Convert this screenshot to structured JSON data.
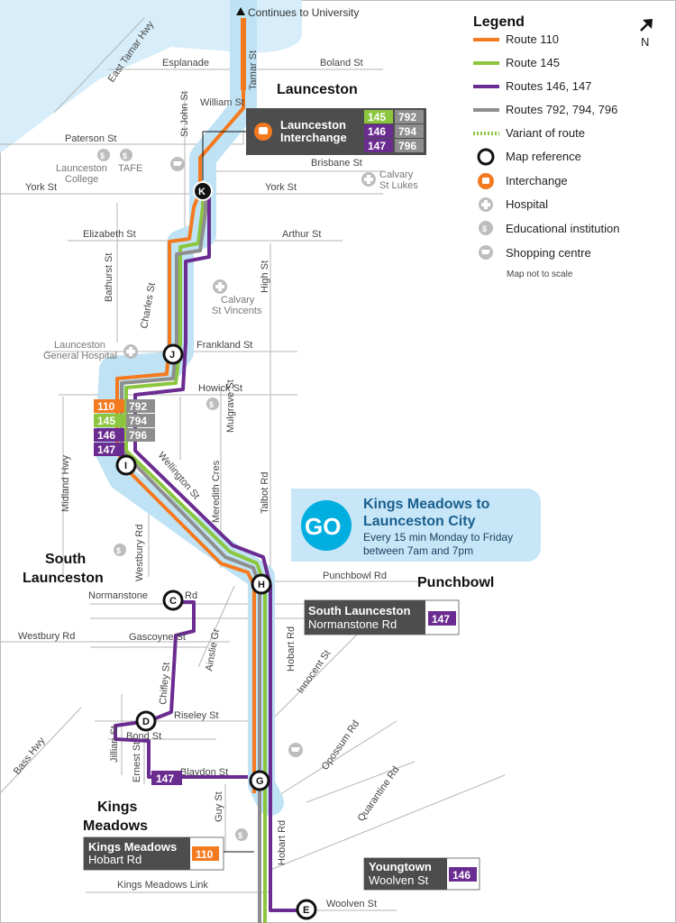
{
  "colors": {
    "route_110": "#f47a20",
    "route_145": "#8cc63f",
    "route_146_147": "#6b2c91",
    "route_792_794_796": "#8e8e8e",
    "corridor": "#bfe3f5",
    "water": "#d7edf9",
    "banner": "#c7e6f7",
    "logo": "#00aee0"
  },
  "header": {
    "continues_label": "Continues to University"
  },
  "compass": {
    "label": "N",
    "icon": "north-arrow-icon"
  },
  "legend": {
    "title": "Legend",
    "items": [
      {
        "label": "Route 110",
        "icon": "route-110-line"
      },
      {
        "label": "Route 145",
        "icon": "route-145-line"
      },
      {
        "label": "Routes 146, 147",
        "icon": "route-146-147-line"
      },
      {
        "label": "Routes 792, 794, 796",
        "icon": "route-792-794-796-line"
      },
      {
        "label": "Variant of route",
        "icon": "variant-dotted-line"
      },
      {
        "label": "Map reference",
        "icon": "map-reference-icon"
      },
      {
        "label": "Interchange",
        "icon": "interchange-icon"
      },
      {
        "label": "Hospital",
        "icon": "hospital-icon"
      },
      {
        "label": "Educational institution",
        "icon": "education-icon"
      },
      {
        "label": "Shopping centre",
        "icon": "shopping-icon"
      }
    ],
    "note": "Map not to scale"
  },
  "areas": {
    "launceston": "Launceston",
    "south_launceston_1": "South",
    "south_launceston_2": "Launceston",
    "punchbowl": "Punchbowl",
    "kings_meadows_1": "Kings",
    "kings_meadows_2": "Meadows"
  },
  "streets": {
    "east_tamar_hwy": "East Tamar Hwy",
    "esplanade": "Esplanade",
    "boland_st": "Boland St",
    "tamar_st": "Tamar St",
    "st_john_st": "St John St",
    "william_st": "William St",
    "paterson_st": "Paterson St",
    "brisbane_st": "Brisbane St",
    "york_st_w": "York St",
    "york_st_e": "York St",
    "elizabeth_st": "Elizabeth St",
    "arthur_st": "Arthur St",
    "bathurst_st": "Bathurst St",
    "charles_st": "Charles St",
    "high_st": "High St",
    "frankland_st": "Frankland St",
    "howick_st": "Howick St",
    "mulgrave_st": "Mulgrave St",
    "meredith_cres": "Meredith Cres",
    "wellington_st": "Wellington St",
    "talbot_rd": "Talbot Rd",
    "midland_hwy": "Midland Hwy",
    "westbury_rd_v": "Westbury Rd",
    "punchbowl_rd": "Punchbowl Rd",
    "normanstone_rd": "Normanstone",
    "normanstone_rd_end": "Rd",
    "westbury_rd_h": "Westbury Rd",
    "gascoyne_st": "Gascoyne St",
    "ainslie_gr": "Ainslie Gr",
    "chifley_st": "Chifley St",
    "hobart_rd_1": "Hobart Rd",
    "innocent_st": "Innocent St",
    "riseley_st": "Riseley St",
    "jillian_st": "Jillian St",
    "bond_st": "Bond St",
    "bass_hwy": "Bass Hwy",
    "ernest_st": "Ernest St",
    "blaydon_st": "Blaydon St",
    "opossum_rd": "Opossum Rd",
    "guy_st": "Guy St",
    "quarantine_rd": "Quarantine Rd",
    "hobart_rd_2": "Hobart Rd",
    "kings_meadows_link": "Kings Meadows Link",
    "woolven_st": "Woolven St"
  },
  "places": {
    "launceston_college_1": "Launceston",
    "launceston_college_2": "College",
    "tafe": "TAFE",
    "calvary_st_lukes_1": "Calvary",
    "calvary_st_lukes_2": "St Lukes",
    "calvary_st_vincents_1": "Calvary",
    "calvary_st_vincents_2": "St Vincents",
    "lgh_1": "Launceston",
    "lgh_2": "General Hospital"
  },
  "markers": [
    "K",
    "J",
    "I",
    "H",
    "C",
    "D",
    "G",
    "E"
  ],
  "stop_boxes": {
    "interchange": {
      "title": "Launceston",
      "subtitle": "Interchange",
      "routes": [
        "145",
        "146",
        "147",
        "792",
        "794",
        "796"
      ]
    },
    "south_launceston": {
      "title": "South Launceston",
      "subtitle": "Normanstone Rd",
      "routes": [
        "147"
      ]
    },
    "kings_meadows": {
      "title": "Kings Meadows",
      "subtitle": "Hobart Rd",
      "routes": [
        "110"
      ]
    },
    "youngtown": {
      "title": "Youngtown",
      "subtitle": "Woolven St",
      "routes": [
        "146"
      ]
    },
    "city_routes": [
      "110",
      "145",
      "146",
      "147",
      "792",
      "794",
      "796"
    ],
    "blaydon_route": "147"
  },
  "banner": {
    "title_1": "Kings Meadows to",
    "title_2": "Launceston City",
    "line_1": "Every 15 min Monday to Friday",
    "line_2": "between 7am and 7pm",
    "logo": "go-logo-icon"
  }
}
